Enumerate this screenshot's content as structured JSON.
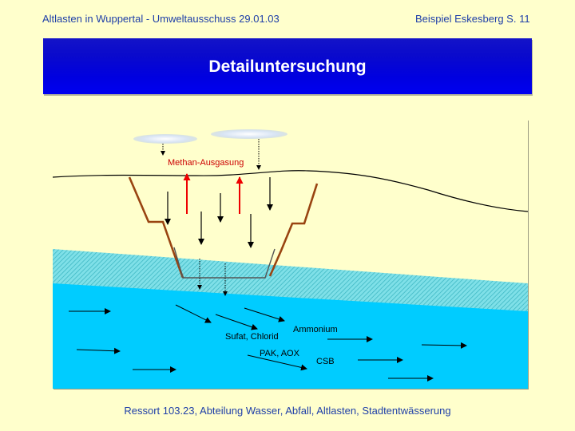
{
  "header": {
    "left": "Altlasten in Wuppertal - Umweltausschuss 29.01.03",
    "right": "Beispiel Eskesberg S. 11"
  },
  "title": "Detailuntersuchung",
  "diagram": {
    "labels": {
      "methane": "Methan-Ausgasung",
      "sulfate": "Sufat, Chlorid",
      "ammonium": "Ammonium",
      "pak_aox": "PAK, AOX",
      "csb": "CSB"
    },
    "colors": {
      "sky": "#FFFFCC",
      "groundwater": "#00CCFF",
      "transition": "#5ED0D8",
      "pit_wall": "#994411",
      "methane_arrow": "#EE0000",
      "label_red": "#CC0000"
    }
  },
  "footer": "Ressort 103.23, Abteilung Wasser, Abfall, Altlasten, Stadtentwässerung"
}
